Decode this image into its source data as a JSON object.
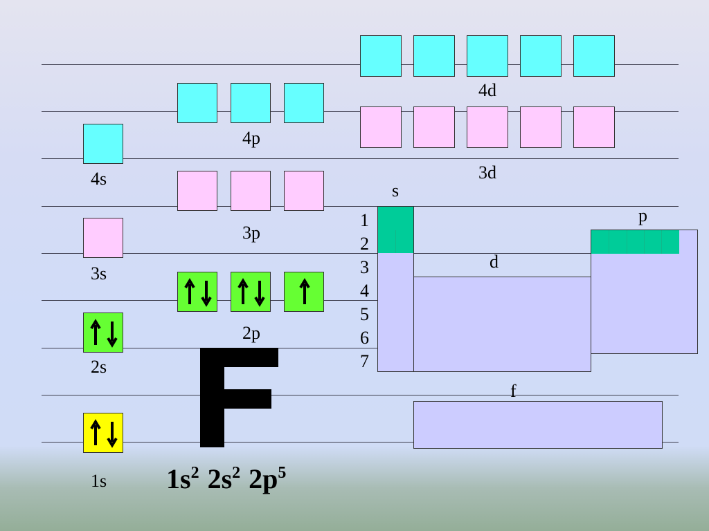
{
  "orbitals": {
    "s1_label": "1s",
    "s2_label": "2s",
    "s3_label": "3s",
    "s4_label": "4s",
    "p2_label": "2p",
    "p3_label": "3p",
    "p4_label": "4p",
    "d3_label": "3d",
    "d4_label": "4d"
  },
  "element": {
    "symbol": "F"
  },
  "configuration": {
    "t1": "1s",
    "e1": "2",
    "t2": " 2s",
    "e2": "2",
    "t3": " 2p",
    "e3": "5"
  },
  "periodic_table": {
    "block_s": "s",
    "block_p": "p",
    "block_d": "d",
    "block_f": "f",
    "periods": [
      "1",
      "2",
      "3",
      "4",
      "5",
      "6",
      "7"
    ]
  },
  "occupancy": {
    "1s": 2,
    "2s": 2,
    "2p": [
      2,
      2,
      1
    ],
    "3s": 0,
    "3p": [
      0,
      0,
      0
    ],
    "4s": 0,
    "3d": [
      0,
      0,
      0,
      0,
      0
    ],
    "4p": [
      0,
      0,
      0
    ],
    "4d": [
      0,
      0,
      0,
      0,
      0
    ]
  },
  "colors": {
    "empty_higher": "#66ffff",
    "empty_lower": "#ffccff",
    "filled": "#66ff33",
    "filled_1s": "#ffff00",
    "table_filled": "#00cc99",
    "table_block": "#ccccff"
  }
}
